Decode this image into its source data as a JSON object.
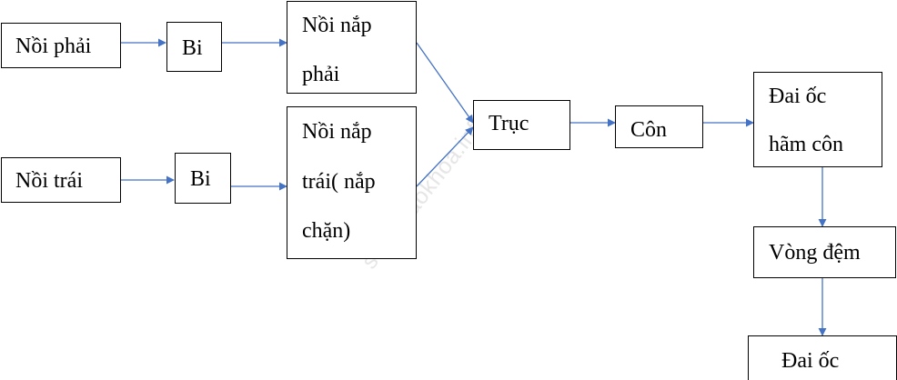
{
  "diagram": {
    "watermark": "sachgiaokhoa.info",
    "arrow_color": "#4472C4",
    "nodes": {
      "noi_phai": "Nồi phải",
      "bi_top": "Bi",
      "noi_nap_phai": [
        "Nồi nắp",
        "phải"
      ],
      "noi_trai": "Nồi trái",
      "bi_bottom": "Bi",
      "noi_nap_trai": [
        "Nồi nắp",
        "trái( nắp",
        "chặn)"
      ],
      "truc": "Trục",
      "con": "Côn",
      "dai_oc_ham_con": [
        "Đai ốc",
        "hãm côn"
      ],
      "vong_dem": "Vòng đệm",
      "dai_oc": "Đai ốc"
    },
    "edges": [
      {
        "from": "noi_phai",
        "to": "bi_top"
      },
      {
        "from": "bi_top",
        "to": "noi_nap_phai"
      },
      {
        "from": "noi_trai",
        "to": "bi_bottom"
      },
      {
        "from": "bi_bottom",
        "to": "noi_nap_trai"
      },
      {
        "from": "noi_nap_phai",
        "to": "truc"
      },
      {
        "from": "noi_nap_trai",
        "to": "truc"
      },
      {
        "from": "truc",
        "to": "con"
      },
      {
        "from": "con",
        "to": "dai_oc_ham_con"
      },
      {
        "from": "dai_oc_ham_con",
        "to": "vong_dem"
      },
      {
        "from": "vong_dem",
        "to": "dai_oc"
      }
    ]
  }
}
